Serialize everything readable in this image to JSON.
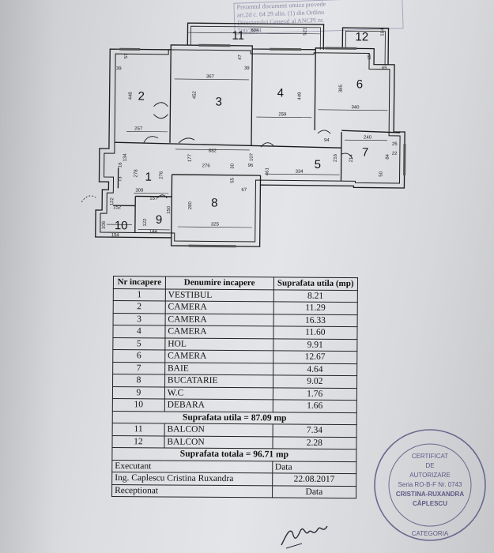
{
  "header_stamp": {
    "lines": [
      "Prezentul document umiza prevede",
      "art.2d c. 64 29 alin. (1) din Ordinu",
      "Directorului General al ANCPI nr.",
      "700/2014"
    ]
  },
  "plan": {
    "rooms": [
      {
        "num": "1"
      },
      {
        "num": "2"
      },
      {
        "num": "3"
      },
      {
        "num": "4"
      },
      {
        "num": "5"
      },
      {
        "num": "6"
      },
      {
        "num": "7"
      },
      {
        "num": "8"
      },
      {
        "num": "9"
      },
      {
        "num": "10"
      },
      {
        "num": "11"
      },
      {
        "num": "12"
      }
    ],
    "dimensions": [
      "57",
      "39",
      "448",
      "257",
      "367",
      "452",
      "882",
      "47",
      "39",
      "449",
      "259",
      "385",
      "340",
      "65",
      "604",
      "521",
      "184",
      "69",
      "134",
      "16",
      "278",
      "73",
      "309",
      "157",
      "152",
      "122",
      "106",
      "154",
      "144",
      "122",
      "276",
      "177",
      "107",
      "96",
      "30",
      "55",
      "67",
      "280",
      "150",
      "276",
      "325",
      "461",
      "334",
      "94",
      "216",
      "240",
      "25",
      "214",
      "50",
      "84",
      "22"
    ]
  },
  "table": {
    "headers": [
      "Nr incapere",
      "Denumire incapere",
      "Suprafata utila (mp)"
    ],
    "rows": [
      {
        "nr": "1",
        "name": "VESTIBUL",
        "area": "8.21"
      },
      {
        "nr": "2",
        "name": "CAMERA",
        "area": "11.29"
      },
      {
        "nr": "3",
        "name": "CAMERA",
        "area": "16.33"
      },
      {
        "nr": "4",
        "name": "CAMERA",
        "area": "11.60"
      },
      {
        "nr": "5",
        "name": "HOL",
        "area": "9.91"
      },
      {
        "nr": "6",
        "name": "CAMERA",
        "area": "12.67"
      },
      {
        "nr": "7",
        "name": "BAIE",
        "area": "4.64"
      },
      {
        "nr": "8",
        "name": "BUCATARIE",
        "area": "9.02"
      },
      {
        "nr": "9",
        "name": "W.C",
        "area": "1.76"
      },
      {
        "nr": "10",
        "name": "DEBARA",
        "area": "1.66"
      }
    ],
    "subtotal": "Suprafata utila = 87.09 mp",
    "balcony_rows": [
      {
        "nr": "11",
        "name": "BALCON",
        "area": "7.34"
      },
      {
        "nr": "12",
        "name": "BALCON",
        "area": "2.28"
      }
    ],
    "total": "Suprafata totala = 96.71 mp",
    "executant_label": "Executant",
    "data_label": "Data",
    "executant_name": "Ing. Caplescu Cristina Ruxandra",
    "date": "22.08.2017",
    "receptionat_label": "Receptionat",
    "data_label_2": "Data"
  },
  "seal": {
    "lines": [
      "CERTIFICAT",
      "DE",
      "AUTORIZARE",
      "Seria RO-B-F Nr. 0743",
      "CRISTINA-RUXANDRA",
      "CĂPLESCU",
      "CATEGORIA"
    ]
  },
  "colors": {
    "ink": "#111111",
    "stamp": "#6b6890",
    "paper": "#dcdde0"
  }
}
